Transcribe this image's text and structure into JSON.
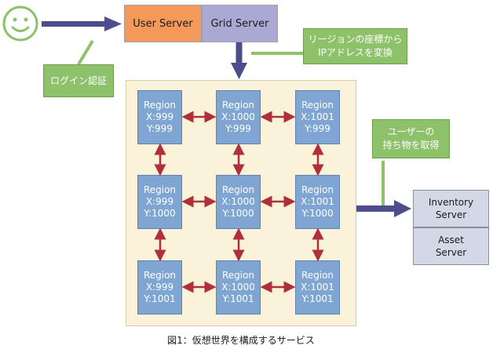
{
  "servers": {
    "user_server": "User Server",
    "grid_server": "Grid Server"
  },
  "callouts": {
    "login": "ログイン認証",
    "region_lookup": [
      "リージョンの座標から",
      "IPアドレスを変換"
    ],
    "inventory_lookup": [
      "ユーザーの",
      "持ち物を取得"
    ]
  },
  "regions": [
    {
      "label": "Region",
      "x": "X:999",
      "y": "Y:999"
    },
    {
      "label": "Region",
      "x": "X:1000",
      "y": "Y:999"
    },
    {
      "label": "Region",
      "x": "X:1001",
      "y": "Y:999"
    },
    {
      "label": "Region",
      "x": "X:999",
      "y": "Y:1000"
    },
    {
      "label": "Region",
      "x": "X:1000",
      "y": "Y:1000"
    },
    {
      "label": "Region",
      "x": "X:1001",
      "y": "Y:1000"
    },
    {
      "label": "Region",
      "x": "X:999",
      "y": "Y:1001"
    },
    {
      "label": "Region",
      "x": "X:1000",
      "y": "Y:1001"
    },
    {
      "label": "Region",
      "x": "X:1001",
      "y": "Y:1001"
    }
  ],
  "inventory_server": [
    "Inventory",
    "Server"
  ],
  "asset_server": [
    "Asset",
    "Server"
  ],
  "caption": "図1：仮想世界を構成するサービス",
  "colors": {
    "user_server": "#f4995a",
    "grid_server": "#a9a9d4",
    "callout": "#8ec26a",
    "region": "#7fa6d3",
    "panel": "#fbf2da",
    "arrow_red": "#b0303a",
    "arrow_navy": "#4e4d8c"
  }
}
